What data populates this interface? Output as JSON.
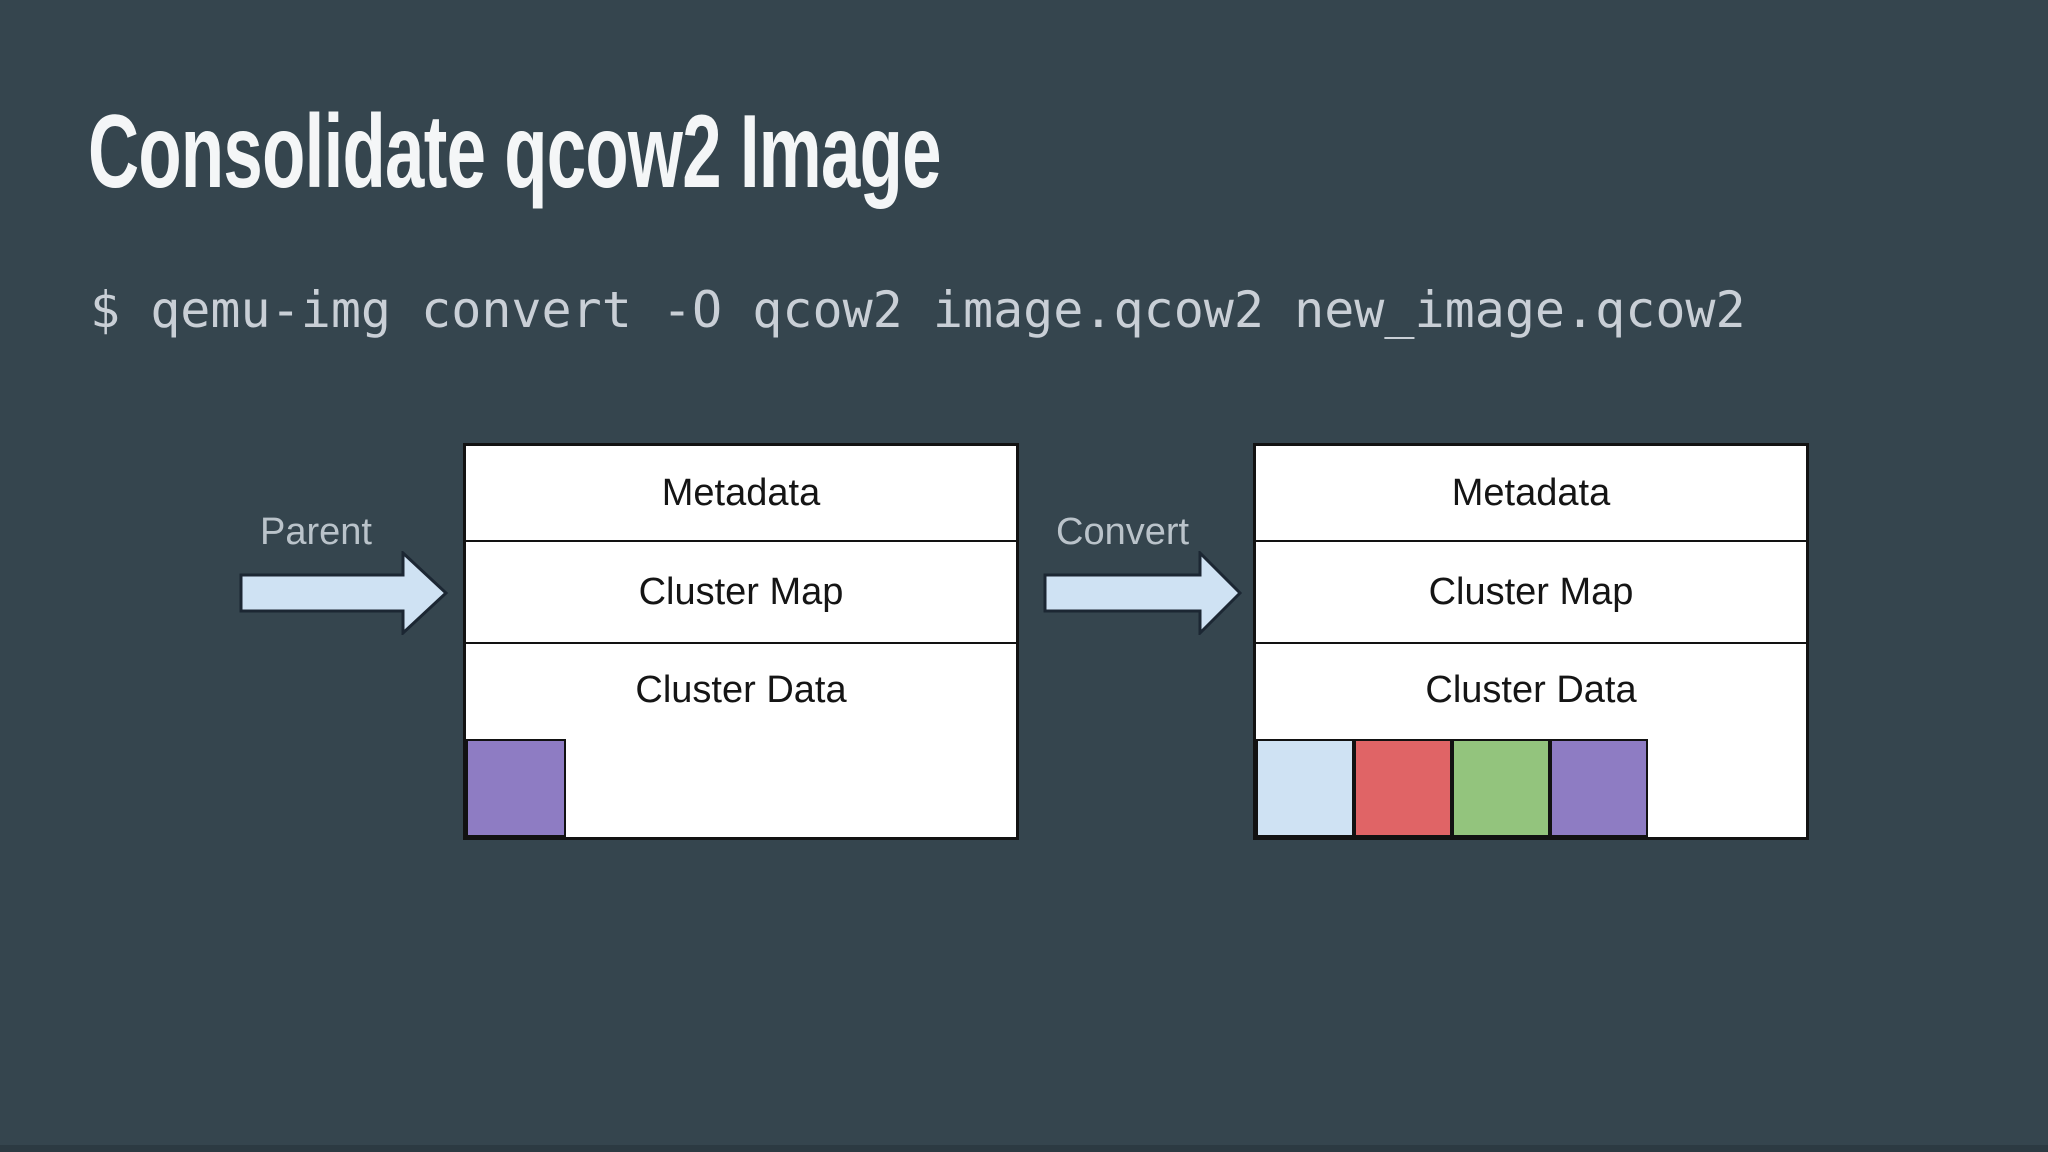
{
  "slide": {
    "title": "Consolidate qcow2 Image",
    "command": "$ qemu-img convert -O qcow2 image.qcow2 new_image.qcow2"
  },
  "diagram": {
    "parent_arrow_label": "Parent",
    "convert_arrow_label": "Convert",
    "source_image": {
      "sections": [
        "Metadata",
        "Cluster Map",
        "Cluster Data"
      ],
      "clusters": [
        {
          "name": "allocated-cluster-purple",
          "color": "#8E7CC3"
        }
      ]
    },
    "converted_image": {
      "sections": [
        "Metadata",
        "Cluster Map",
        "Cluster Data"
      ],
      "clusters": [
        {
          "name": "consolidated-cluster-lightblue",
          "color": "#CFE2F3"
        },
        {
          "name": "consolidated-cluster-red",
          "color": "#E06466"
        },
        {
          "name": "consolidated-cluster-green",
          "color": "#93C47D"
        },
        {
          "name": "consolidated-cluster-purple",
          "color": "#8E7CC3"
        }
      ]
    },
    "colors": {
      "background": "#35454E",
      "arrow_fill": "#CFE2F3",
      "arrow_stroke": "#1C2733",
      "box_border": "#121212"
    }
  }
}
